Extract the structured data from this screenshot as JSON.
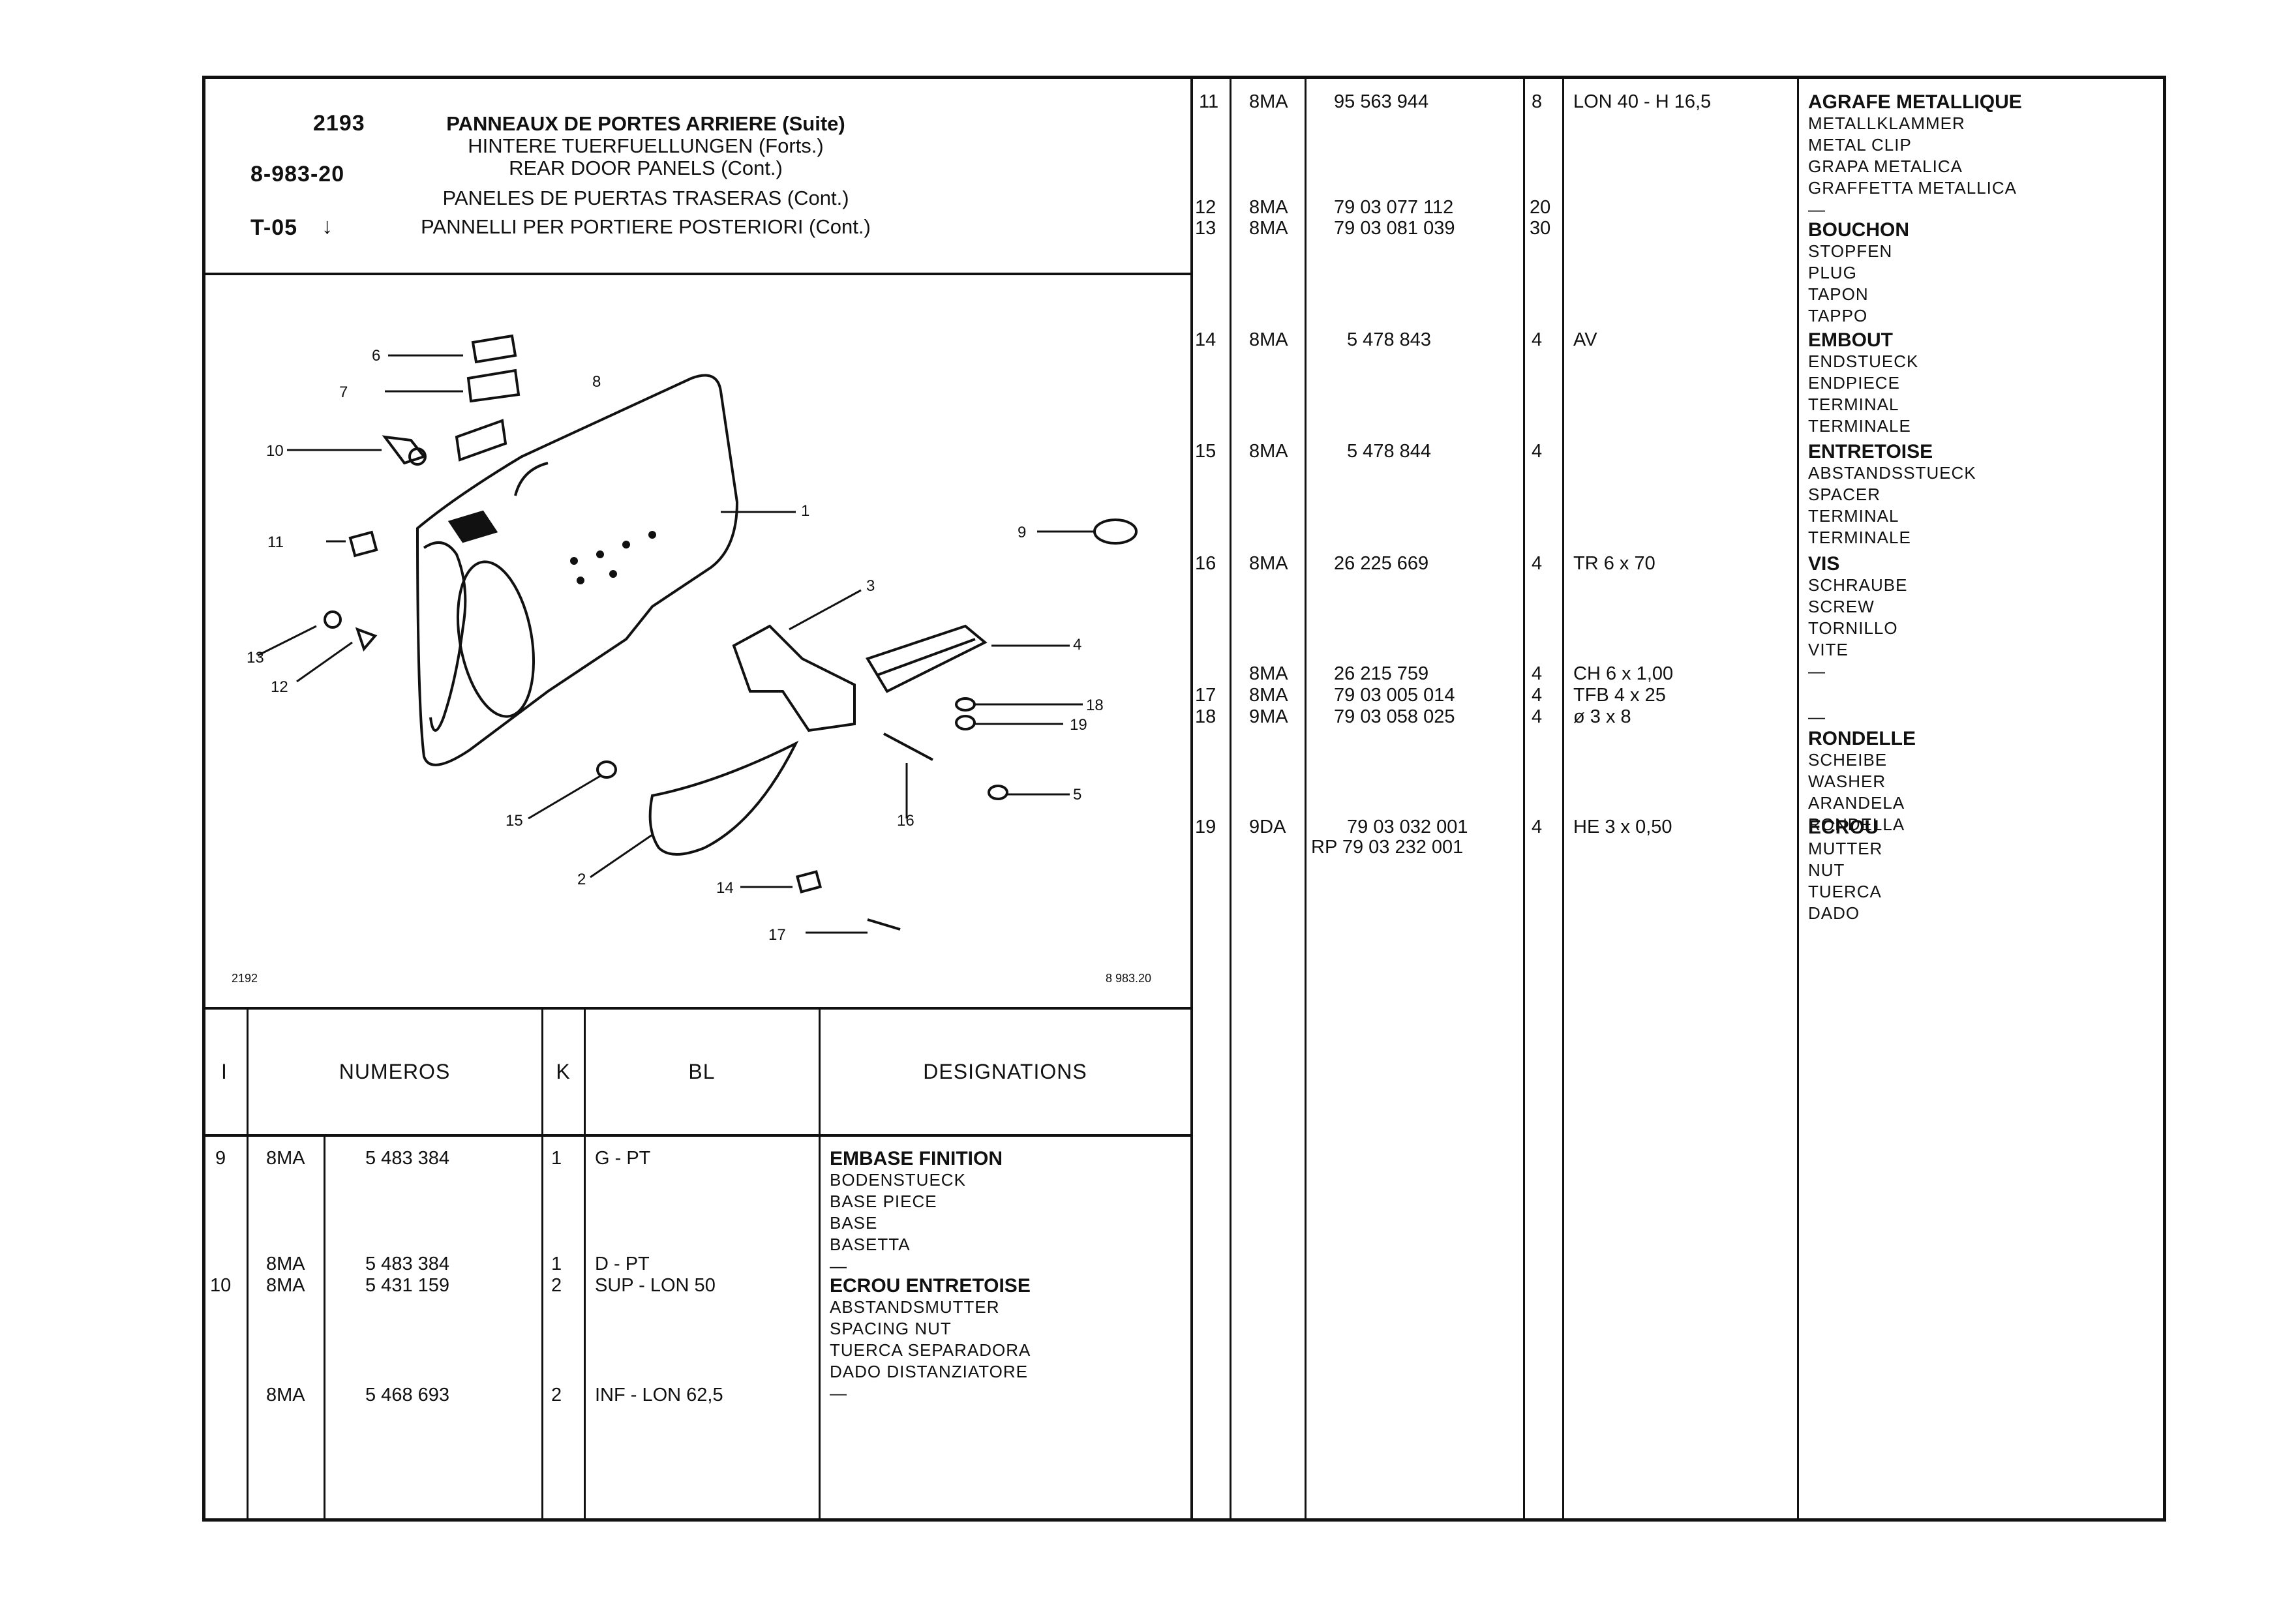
{
  "header": {
    "page_number": "2193",
    "reference": "8-983-20",
    "index": "T-05",
    "titles": [
      "PANNEAUX DE PORTES ARRIERE (Suite)",
      "HINTERE TUERFUELLUNGEN (Forts.)",
      "REAR DOOR PANELS (Cont.)",
      "PANELES DE PUERTAS TRASERAS (Cont.)",
      "PANNELLI PER PORTIERE POSTERIORI (Cont.)"
    ]
  },
  "diagram": {
    "left_code": "2192",
    "right_code": "8 983.20",
    "callouts": [
      "1",
      "2",
      "3",
      "4",
      "5",
      "6",
      "7",
      "8",
      "9",
      "10",
      "11",
      "12",
      "13",
      "14",
      "15",
      "16",
      "17",
      "18",
      "19"
    ]
  },
  "columns": {
    "index": "I",
    "numbers": "NUMEROS",
    "k": "K",
    "bl": "BL",
    "designations": "DESIGNATIONS"
  },
  "left_rows": [
    {
      "idx": "9",
      "code": "8MA",
      "number": "5 483 384",
      "qty": "1",
      "note": "G - PT",
      "designation": "EMBASE FINITION",
      "translations": [
        "BODENSTUECK",
        "BASE PIECE",
        "BASE",
        "BASETTA",
        "—"
      ]
    },
    {
      "idx": "",
      "code": "8MA",
      "number": "5 483 384",
      "qty": "1",
      "note": "D - PT",
      "designation": "",
      "translations": []
    },
    {
      "idx": "10",
      "code": "8MA",
      "number": "5 431 159",
      "qty": "2",
      "note": "SUP - LON 50",
      "designation": "ECROU ENTRETOISE",
      "translations": [
        "ABSTANDSMUTTER",
        "SPACING NUT",
        "TUERCA SEPARADORA",
        "DADO DISTANZIATORE",
        "—"
      ]
    },
    {
      "idx": "",
      "code": "8MA",
      "number": "5 468 693",
      "qty": "2",
      "note": "INF - LON 62,5",
      "designation": "",
      "translations": []
    }
  ],
  "right_rows": [
    {
      "idx": "11",
      "code": "8MA",
      "number": "95 563 944",
      "qty": "8",
      "note": "LON 40 - H 16,5",
      "designation": "AGRAFE METALLIQUE",
      "translations": [
        "METALLKLAMMER",
        "METAL CLIP",
        "GRAPA METALICA",
        "GRAFFETTA METALLICA",
        "—"
      ]
    },
    {
      "idx": "12",
      "code": "8MA",
      "number": "79 03 077 112",
      "qty": "20",
      "note": "",
      "designation": "BOUCHON",
      "translations": [
        "STOPFEN",
        "PLUG",
        "TAPON",
        "TAPPO"
      ]
    },
    {
      "idx": "13",
      "code": "8MA",
      "number": "79 03 081 039",
      "qty": "30",
      "note": "",
      "designation": "",
      "translations": []
    },
    {
      "idx": "14",
      "code": "8MA",
      "number": "5 478 843",
      "qty": "4",
      "note": "AV",
      "designation": "EMBOUT",
      "translations": [
        "ENDSTUECK",
        "ENDPIECE",
        "TERMINAL",
        "TERMINALE"
      ]
    },
    {
      "idx": "15",
      "code": "8MA",
      "number": "5 478 844",
      "qty": "4",
      "note": "",
      "designation": "ENTRETOISE",
      "translations": [
        "ABSTANDSSTUECK",
        "SPACER",
        "TERMINAL",
        "TERMINALE"
      ]
    },
    {
      "idx": "16",
      "code": "8MA",
      "number": "26 225 669",
      "qty": "4",
      "note": "TR 6 x 70",
      "designation": "VIS",
      "translations": [
        "SCHRAUBE",
        "SCREW",
        "TORNILLO",
        "VITE",
        "—"
      ]
    },
    {
      "idx": "",
      "code": "8MA",
      "number": "26 215 759",
      "qty": "4",
      "note": "CH 6 x 1,00",
      "designation": "",
      "translations": []
    },
    {
      "idx": "17",
      "code": "8MA",
      "number": "79 03 005 014",
      "qty": "4",
      "note": "TFB 4 x 25",
      "designation": "",
      "translations": []
    },
    {
      "idx": "18",
      "code": "9MA",
      "number": "79 03 058 025",
      "qty": "4",
      "note": "ø 3 x 8",
      "designation": "RONDELLE",
      "translations": [
        "SCHEIBE",
        "WASHER",
        "ARANDELA",
        "RONDELLA"
      ]
    },
    {
      "idx": "19",
      "code": "9DA",
      "number": "79 03 032 001",
      "number2": "RP 79 03 232 001",
      "qty": "4",
      "note": "HE 3 x 0,50",
      "designation": "ECROU",
      "translations": [
        "MUTTER",
        "NUT",
        "TUERCA",
        "DADO"
      ]
    }
  ],
  "dash": "—"
}
